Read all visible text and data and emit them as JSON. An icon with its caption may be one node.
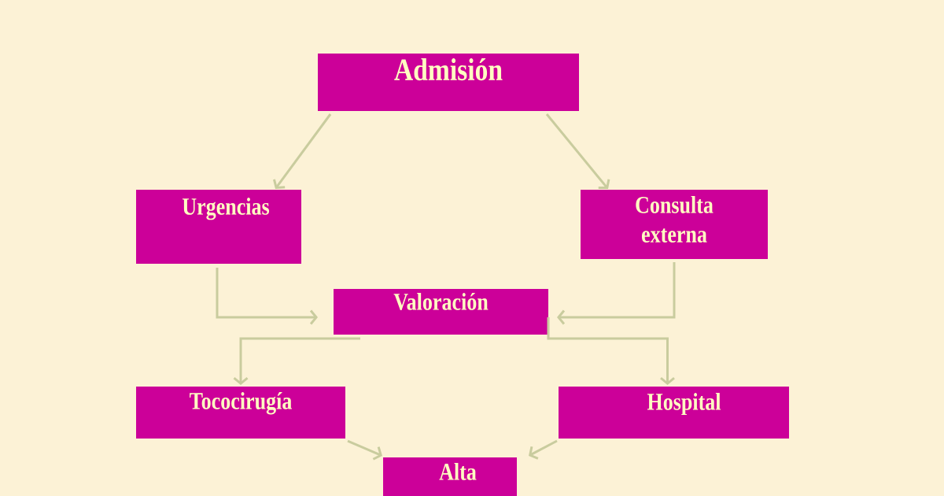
{
  "diagram": {
    "nodes": [
      {
        "text": [
          "Admisión"
        ]
      },
      {
        "text": [
          "Urgencias"
        ]
      },
      {
        "text": [
          "Consulta externa"
        ]
      },
      {
        "text": [
          "Valoración"
        ]
      },
      {
        "text": [
          "Tococirugía"
        ]
      },
      {
        "text": [
          "Hospital"
        ]
      },
      {
        "text": [
          "Alta"
        ]
      }
    ],
    "edges": [
      {
        "from": 0,
        "to": 1,
        "arrow": "to"
      },
      {
        "from": 0,
        "to": 2,
        "arrow": "to"
      },
      {
        "from": 1,
        "to": 3,
        "arrow": "to"
      },
      {
        "from": 2,
        "to": 3,
        "arrow": "to"
      },
      {
        "from": 3,
        "to": 4,
        "arrow": "to"
      },
      {
        "from": 3,
        "to": 5,
        "arrow": "to"
      },
      {
        "from": 4,
        "to": 6,
        "arrow": "to"
      },
      {
        "from": 5,
        "to": 6,
        "arrow": "to"
      }
    ]
  }
}
